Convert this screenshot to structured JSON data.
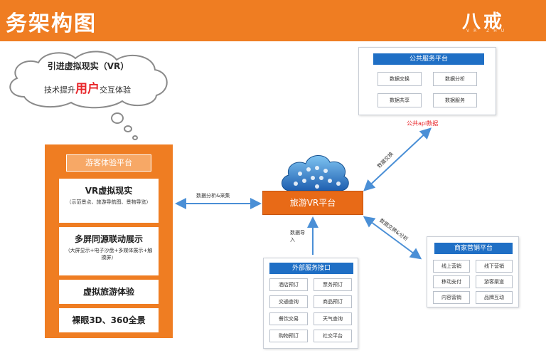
{
  "header": {
    "title": "务架构图",
    "logo_mark": "八戒",
    "logo_sub": "VR ZHU"
  },
  "cloud_note": {
    "line1": "引进虚拟现实（VR）",
    "line2_pre": "技术提升",
    "line2_highlight": "用户",
    "line2_post": "交互体验"
  },
  "left_panel": {
    "title": "游客体验平台",
    "items": [
      {
        "main": "VR虚拟现实",
        "sub": "（示范景点、旅游导航图、景物导览）"
      },
      {
        "main": "多屏同源联动展示",
        "sub": "（大屏显示+电子沙盘+多媒体展示+触摸屏）"
      },
      {
        "main": "虚拟旅游体验",
        "sub": ""
      },
      {
        "main": "裸眼3D、360全景",
        "sub": ""
      }
    ]
  },
  "center": {
    "title": "旅游VR平台"
  },
  "public_panel": {
    "title": "公共服务平台",
    "cells": [
      "数据交换",
      "数据分析",
      "数据共享",
      "数据服务"
    ],
    "footer": "公共api数据"
  },
  "external_panel": {
    "title": "外部服务接口",
    "cells": [
      "酒店预订",
      "票务预订",
      "交通查询",
      "商品预订",
      "餐饮交易",
      "天气查询",
      "购物预订",
      "社交平台"
    ]
  },
  "marketing_panel": {
    "title": "商家营销平台",
    "cells": [
      "线上营销",
      "线下营销",
      "移动支付",
      "游客渠道",
      "内容营销",
      "品牌互动"
    ]
  },
  "arrows": {
    "left_link": "数据分析&采集",
    "public_link": "数据交换",
    "external_link": "数据导入",
    "marketing_link": "数据交换&分析"
  },
  "colors": {
    "orange": "#ef7d22",
    "blue": "#1f6fc5",
    "red_highlight": "#e8262a"
  }
}
